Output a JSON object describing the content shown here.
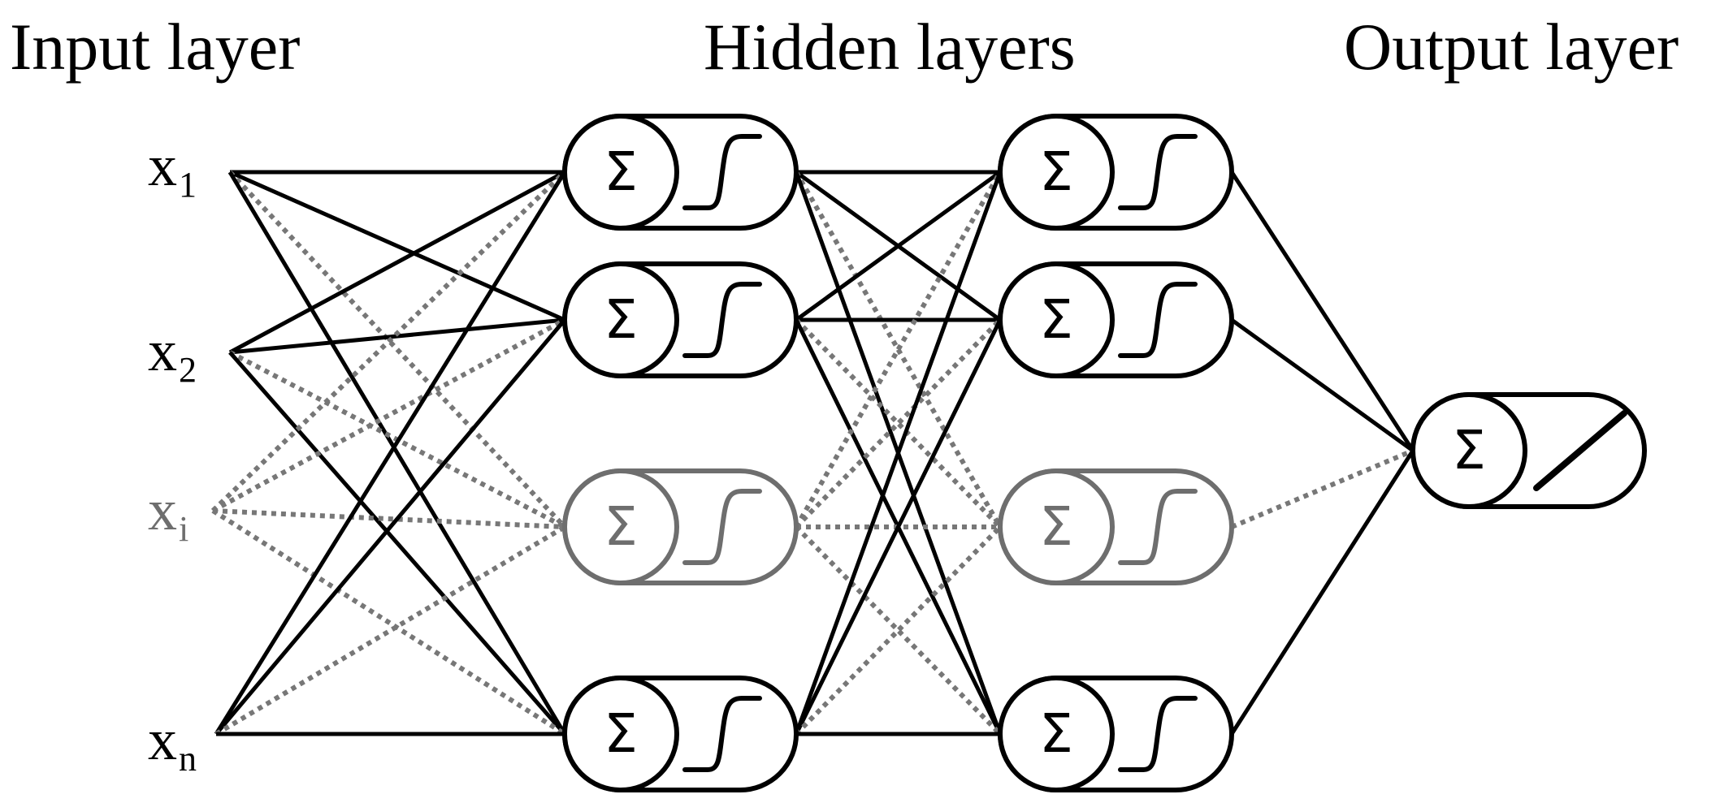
{
  "titles": {
    "input": "Input layer",
    "hidden": "Hidden layers",
    "output": "Output layer"
  },
  "inputs": [
    {
      "base": "x",
      "sub": "1",
      "faded": false
    },
    {
      "base": "x",
      "sub": "2",
      "faded": false
    },
    {
      "base": "x",
      "sub": "i",
      "faded": true
    },
    {
      "base": "x",
      "sub": "n",
      "faded": false
    }
  ],
  "hidden_layers": [
    {
      "neurons": [
        {
          "faded": false,
          "activation": "sigmoid"
        },
        {
          "faded": false,
          "activation": "sigmoid"
        },
        {
          "faded": true,
          "activation": "sigmoid"
        },
        {
          "faded": false,
          "activation": "sigmoid"
        }
      ]
    },
    {
      "neurons": [
        {
          "faded": false,
          "activation": "sigmoid"
        },
        {
          "faded": false,
          "activation": "sigmoid"
        },
        {
          "faded": true,
          "activation": "sigmoid"
        },
        {
          "faded": false,
          "activation": "sigmoid"
        }
      ]
    }
  ],
  "output_neuron": {
    "activation": "linear"
  },
  "neuron_symbol": "Σ",
  "colors": {
    "solid": "#000000",
    "faded": "#6e6e6e",
    "dotted": "#777777",
    "background": "#ffffff"
  }
}
